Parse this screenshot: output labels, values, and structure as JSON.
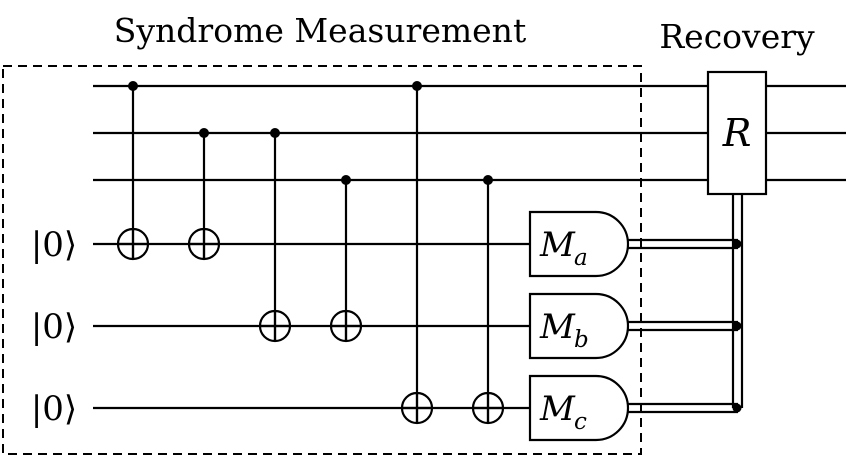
{
  "labels": {
    "syndrome_title": "Syndrome Measurement",
    "recovery_title": "Recovery",
    "recovery_gate": "R"
  },
  "ancilla_states": [
    "|0⟩",
    "|0⟩",
    "|0⟩"
  ],
  "measurements": [
    {
      "symbol": "M",
      "subscript": "a"
    },
    {
      "symbol": "M",
      "subscript": "b"
    },
    {
      "symbol": "M",
      "subscript": "c"
    }
  ],
  "cnot_gates": [
    {
      "control_wire": 0,
      "target_wire": 3
    },
    {
      "control_wire": 1,
      "target_wire": 3
    },
    {
      "control_wire": 1,
      "target_wire": 4
    },
    {
      "control_wire": 2,
      "target_wire": 4
    },
    {
      "control_wire": 0,
      "target_wire": 5
    },
    {
      "control_wire": 2,
      "target_wire": 5
    }
  ]
}
